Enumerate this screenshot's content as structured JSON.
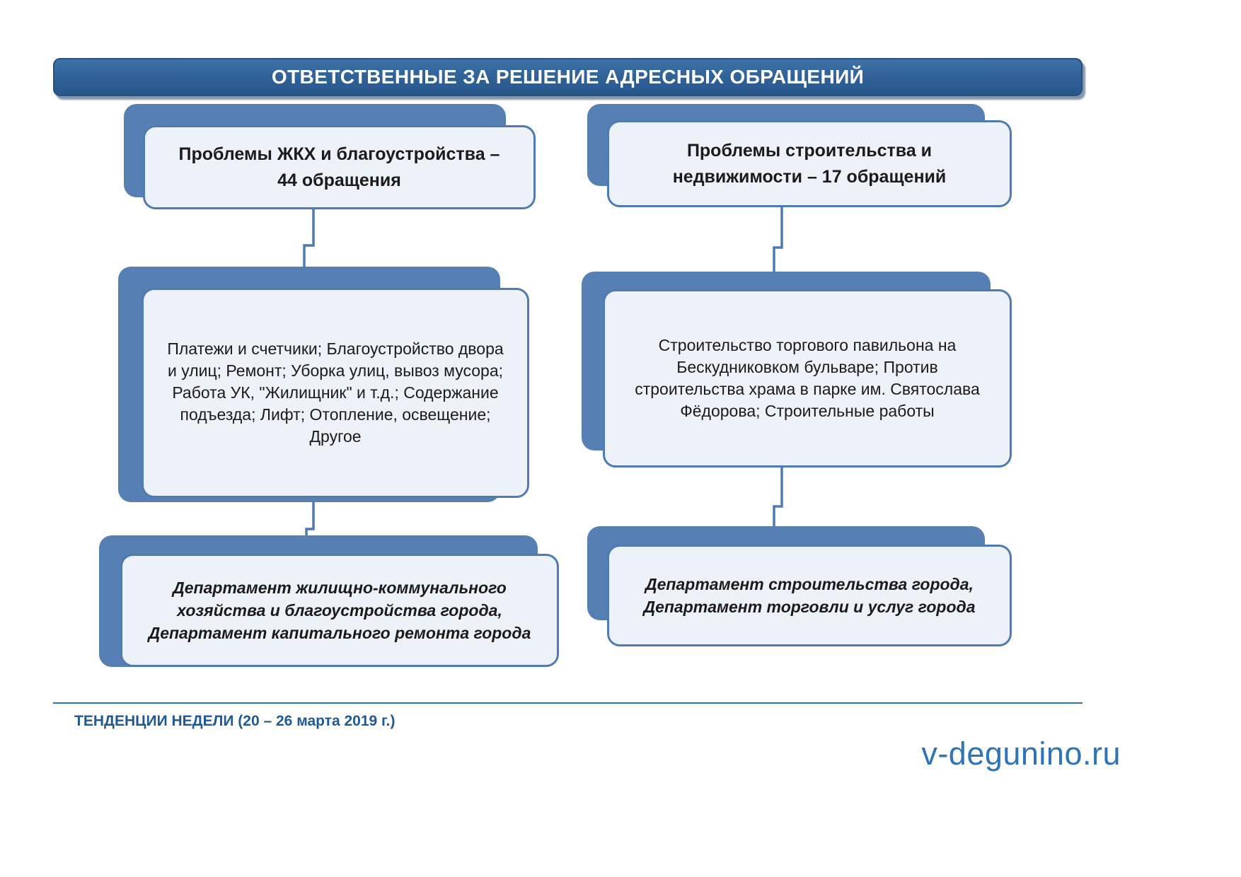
{
  "title": "ОТВЕТСТВЕННЫЕ ЗА РЕШЕНИЕ АДРЕСНЫХ ОБРАЩЕНИЙ",
  "colors": {
    "banner": "#2f6096",
    "box_shadow": "#5680b4",
    "box_border": "#4f7ab3",
    "box_fill": "#edf1f8",
    "connector": "#4f7ab3",
    "footer_text": "#1d5a96",
    "watermark": "#2d74b9"
  },
  "left_column": {
    "header": "Проблемы ЖКХ и благоустройства  –\n44 обращения",
    "details": "Платежи и счетчики; Благоустройство двора и улиц; Ремонт; Уборка улиц, вывоз мусора; Работа УК, \"Жилищник\" и т.д.; Содержание подъезда; Лифт; Отопление, освещение; Другое",
    "responsible": "Департамент жилищно-коммунального хозяйства  и благоустройства города,\nДепартамент капитального ремонта города"
  },
  "right_column": {
    "header": "Проблемы строительства и\nнедвижимости – 17 обращений",
    "details": "Строительство торгового павильона на Бескудниковком бульваре; Против строительства храма в парке им. Святослава Фёдорова; Строительные работы",
    "responsible": "Департамент строительства города,\nДепартамент торговли и услуг города"
  },
  "footer": {
    "label": "ТЕНДЕНЦИИ НЕДЕЛИ (20 – 26 марта 2019 г.)"
  },
  "watermark": "v-degunino.ru"
}
